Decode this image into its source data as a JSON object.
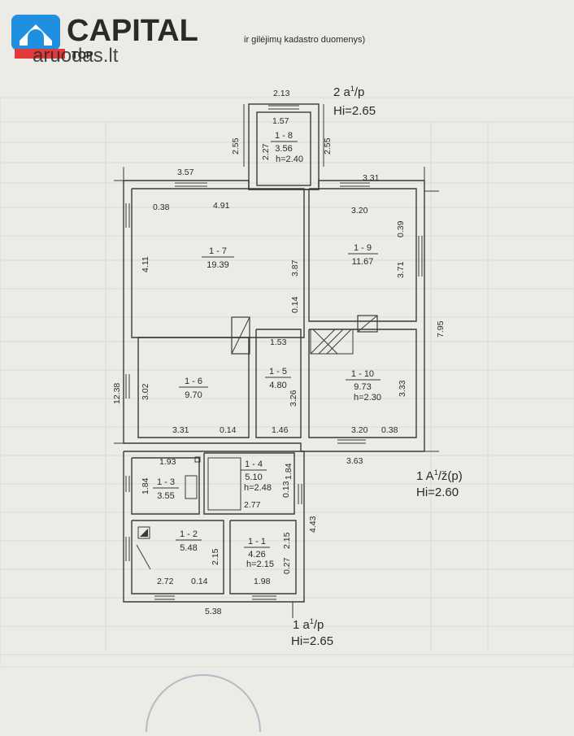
{
  "logo": {
    "brand": "CAPITAL",
    "badge": "TOP",
    "watermark": "aruodas.lt",
    "brand_color": "#1f8fe0",
    "badge_color": "#e23a3a"
  },
  "background_header_text": "ir gilėjimų kadastro duomenys)",
  "labels": {
    "attic_label": "2 a",
    "attic_superscript": "1",
    "attic_suffix": "/p",
    "attic_height": "Hi=2.65",
    "main_label": "1 A",
    "main_superscript": "1",
    "main_suffix": "/ž(p)",
    "main_height": "Hi=2.60",
    "annex_label": "1 a",
    "annex_superscript": "1",
    "annex_suffix": "/p",
    "annex_height": "Hi=2.65"
  },
  "rooms": [
    {
      "id": "1 - 8",
      "area": "3.56",
      "height": "h=2.40"
    },
    {
      "id": "1 - 7",
      "area": "19.39"
    },
    {
      "id": "1 - 9",
      "area": "11.67"
    },
    {
      "id": "1 - 6",
      "area": "9.70"
    },
    {
      "id": "1 - 5",
      "area": "4.80"
    },
    {
      "id": "1 - 10",
      "area": "9.73",
      "height": "h=2.30"
    },
    {
      "id": "1 - 3",
      "area": "3.55"
    },
    {
      "id": "1 - 4",
      "area": "5.10",
      "height": "h=2.48"
    },
    {
      "id": "1 - 2",
      "area": "5.48"
    },
    {
      "id": "1 - 1",
      "area": "4.26",
      "height": "h=2.15"
    }
  ],
  "dimensions": {
    "porch_top": "2.13",
    "porch_inner_top": "1.57",
    "porch_left": "2.55",
    "porch_inner_left": "2.27",
    "porch_right": "2.55",
    "top_left": "3.57",
    "top_right": "3.31",
    "r7_top_small": "0.38",
    "r7_top": "4.91",
    "r7_left": "4.11",
    "r7_right": "3.87",
    "r7_right_small": "0.14",
    "r9_top": "3.20",
    "r9_small": "0.39",
    "r9_right": "3.71",
    "right_outer": "7.95",
    "left_outer": "12.38",
    "r6_left": "3.02",
    "r6_bottom": "3.31",
    "r6_bottom_small": "0.14",
    "r5_top": "1.53",
    "r5_right": "3.26",
    "r5_bottom": "1.46",
    "r10_right": "3.33",
    "r10_bottom": "3.20",
    "r10_bottom_small": "0.38",
    "main_bottom": "3.63",
    "r3_top": "1.93",
    "r3_left": "1.84",
    "r4_right": "1.84",
    "r4_small": "0.13",
    "r4_bottom": "2.77",
    "annex_right": "4.43",
    "r2_right": "2.15",
    "r2_bottom": "2.72",
    "r2_bottom_small": "0.14",
    "r1_right": "2.15",
    "r1_small": "0.27",
    "r1_bottom": "1.98",
    "annex_bottom": "5.38"
  },
  "colors": {
    "paper": "#ecebe6",
    "ink": "#2a2a2a",
    "grid": "#d6d6d2",
    "wall": "#3a3a3a"
  }
}
